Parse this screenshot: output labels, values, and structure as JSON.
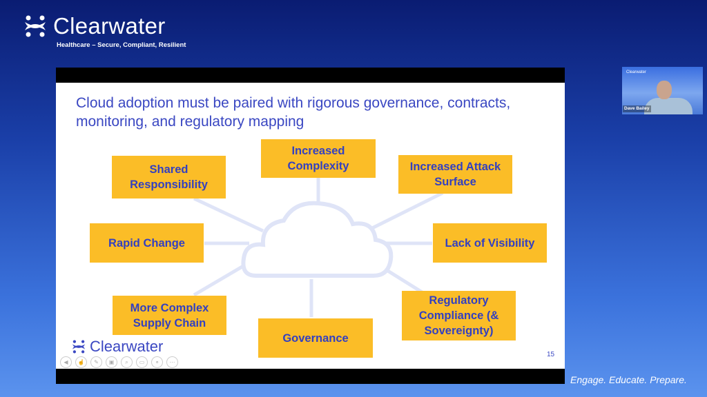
{
  "brand": {
    "name": "Clearwater",
    "tagline": "Healthcare – Secure, Compliant, Resilient"
  },
  "slide": {
    "title": "Cloud adoption must be paired with rigorous governance, contracts, monitoring, and regulatory mapping",
    "center": "cloud-icon",
    "boxes": [
      "Increased Complexity",
      "Shared Responsibility",
      "Increased Attack Surface",
      "Rapid Change",
      "Lack of Visibility",
      "More Complex Supply Chain",
      "Governance",
      "Regulatory Compliance (& Sovereignty)"
    ],
    "logo": "Clearwater",
    "page_number": "15",
    "colors": {
      "box": "#fbbd27",
      "text": "#3a47c2"
    }
  },
  "video": {
    "logo": "Clearwater",
    "participant": "Dave Bailey"
  },
  "footer": "Engage. Educate. Prepare."
}
